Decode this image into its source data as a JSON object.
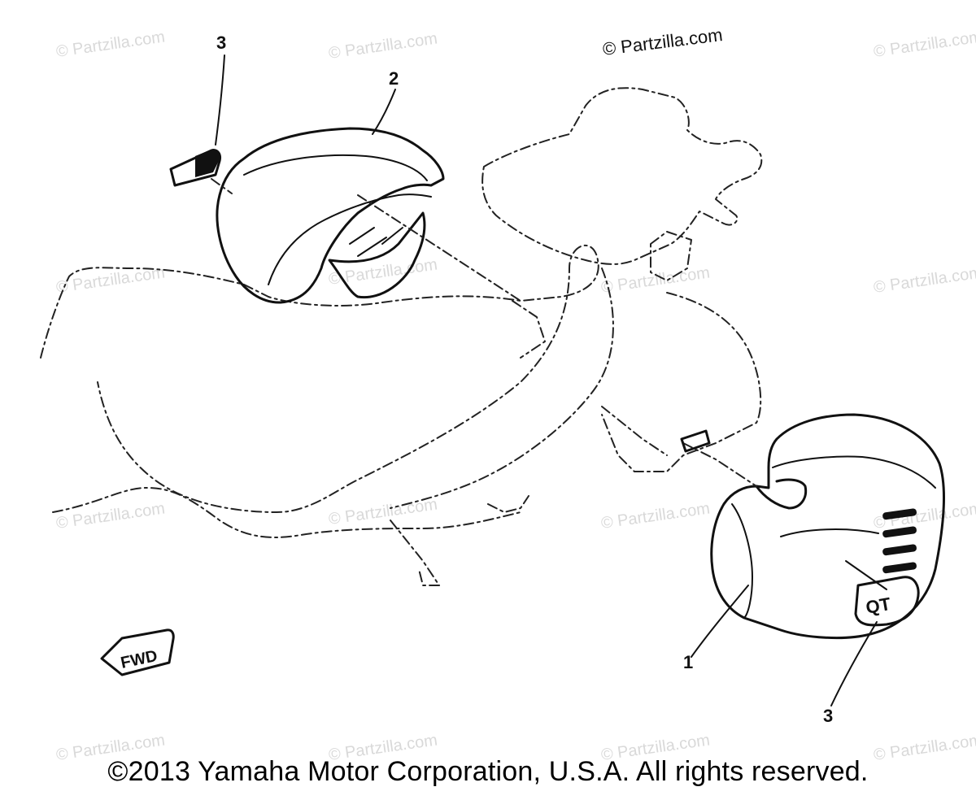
{
  "watermarks": {
    "text": "© Partzilla.com",
    "main": "© Partzilla.com"
  },
  "callouts": {
    "part_1": "1",
    "part_2": "2",
    "part_3_top": "3",
    "part_3_bottom": "3"
  },
  "labels": {
    "fwd_badge": "FWD",
    "emblem": "QT"
  },
  "footer": {
    "copyright": "©2013 Yamaha Motor Corporation, U.S.A. All rights reserved."
  }
}
